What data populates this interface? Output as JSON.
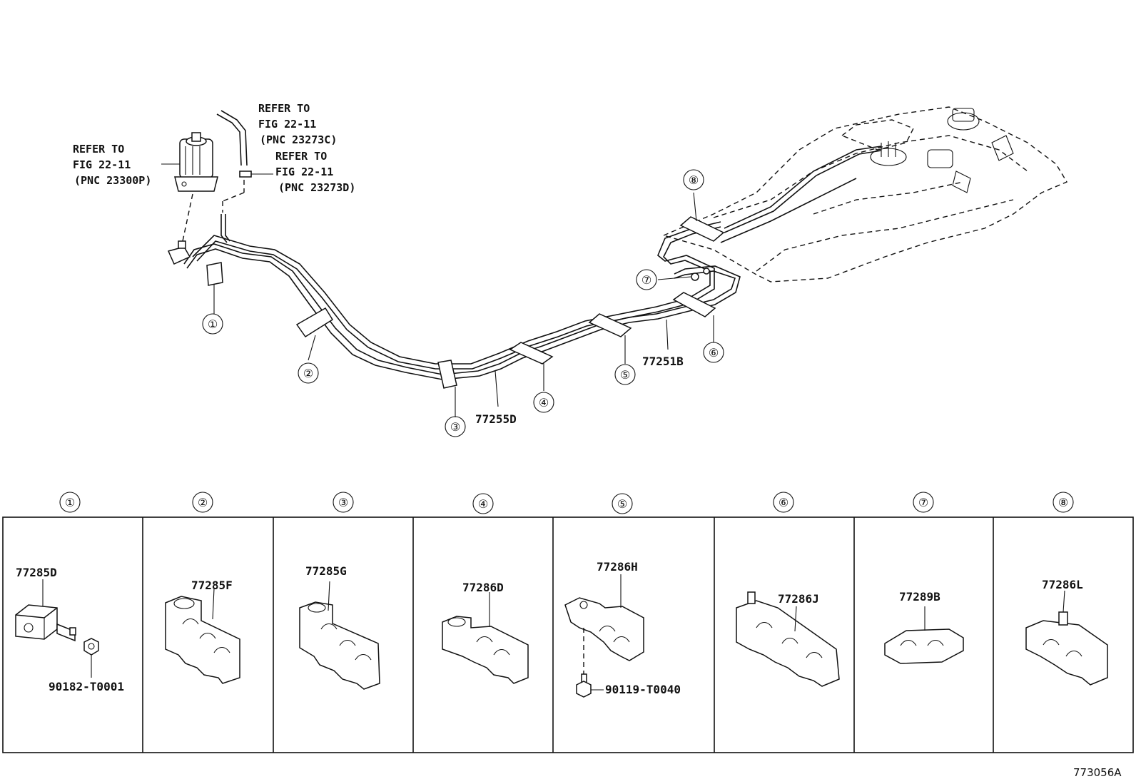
{
  "references": [
    {
      "lines": [
        "REFER TO",
        "FIG 22-11",
        "(PNC 23300P)"
      ]
    },
    {
      "lines": [
        "REFER TO",
        "FIG 22-11",
        "(PNC 23273C)"
      ]
    },
    {
      "lines": [
        "REFER TO",
        "FIG 22-11",
        "(PNC 23273D)"
      ]
    }
  ],
  "main_parts": {
    "tube_front": "77255D",
    "tube_rear": "77251B"
  },
  "callouts": [
    "①",
    "②",
    "③",
    "④",
    "⑤",
    "⑥",
    "⑦",
    "⑧"
  ],
  "detail_panels": [
    {
      "num": "①",
      "parts": [
        "77285D",
        "90182-T0001"
      ]
    },
    {
      "num": "②",
      "parts": [
        "77285F"
      ]
    },
    {
      "num": "③",
      "parts": [
        "77285G"
      ]
    },
    {
      "num": "④",
      "parts": [
        "77286D"
      ]
    },
    {
      "num": "⑤",
      "parts": [
        "77286H",
        "90119-T0040"
      ]
    },
    {
      "num": "⑥",
      "parts": [
        "77286J"
      ]
    },
    {
      "num": "⑦",
      "parts": [
        "77289B"
      ]
    },
    {
      "num": "⑧",
      "parts": [
        "77286L"
      ]
    }
  ],
  "diagram_id": "773056A"
}
